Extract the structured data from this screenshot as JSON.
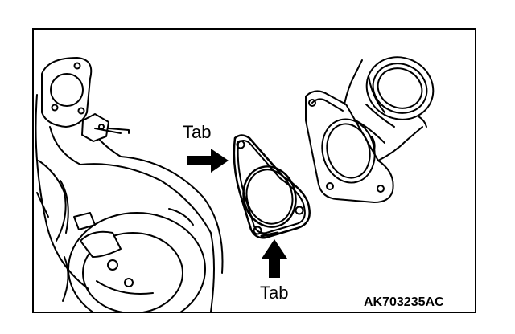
{
  "labels": {
    "tab_top": "Tab",
    "tab_bottom": "Tab",
    "figure_code": "AK703235AC"
  },
  "colors": {
    "line": "#000000",
    "background": "#ffffff"
  }
}
